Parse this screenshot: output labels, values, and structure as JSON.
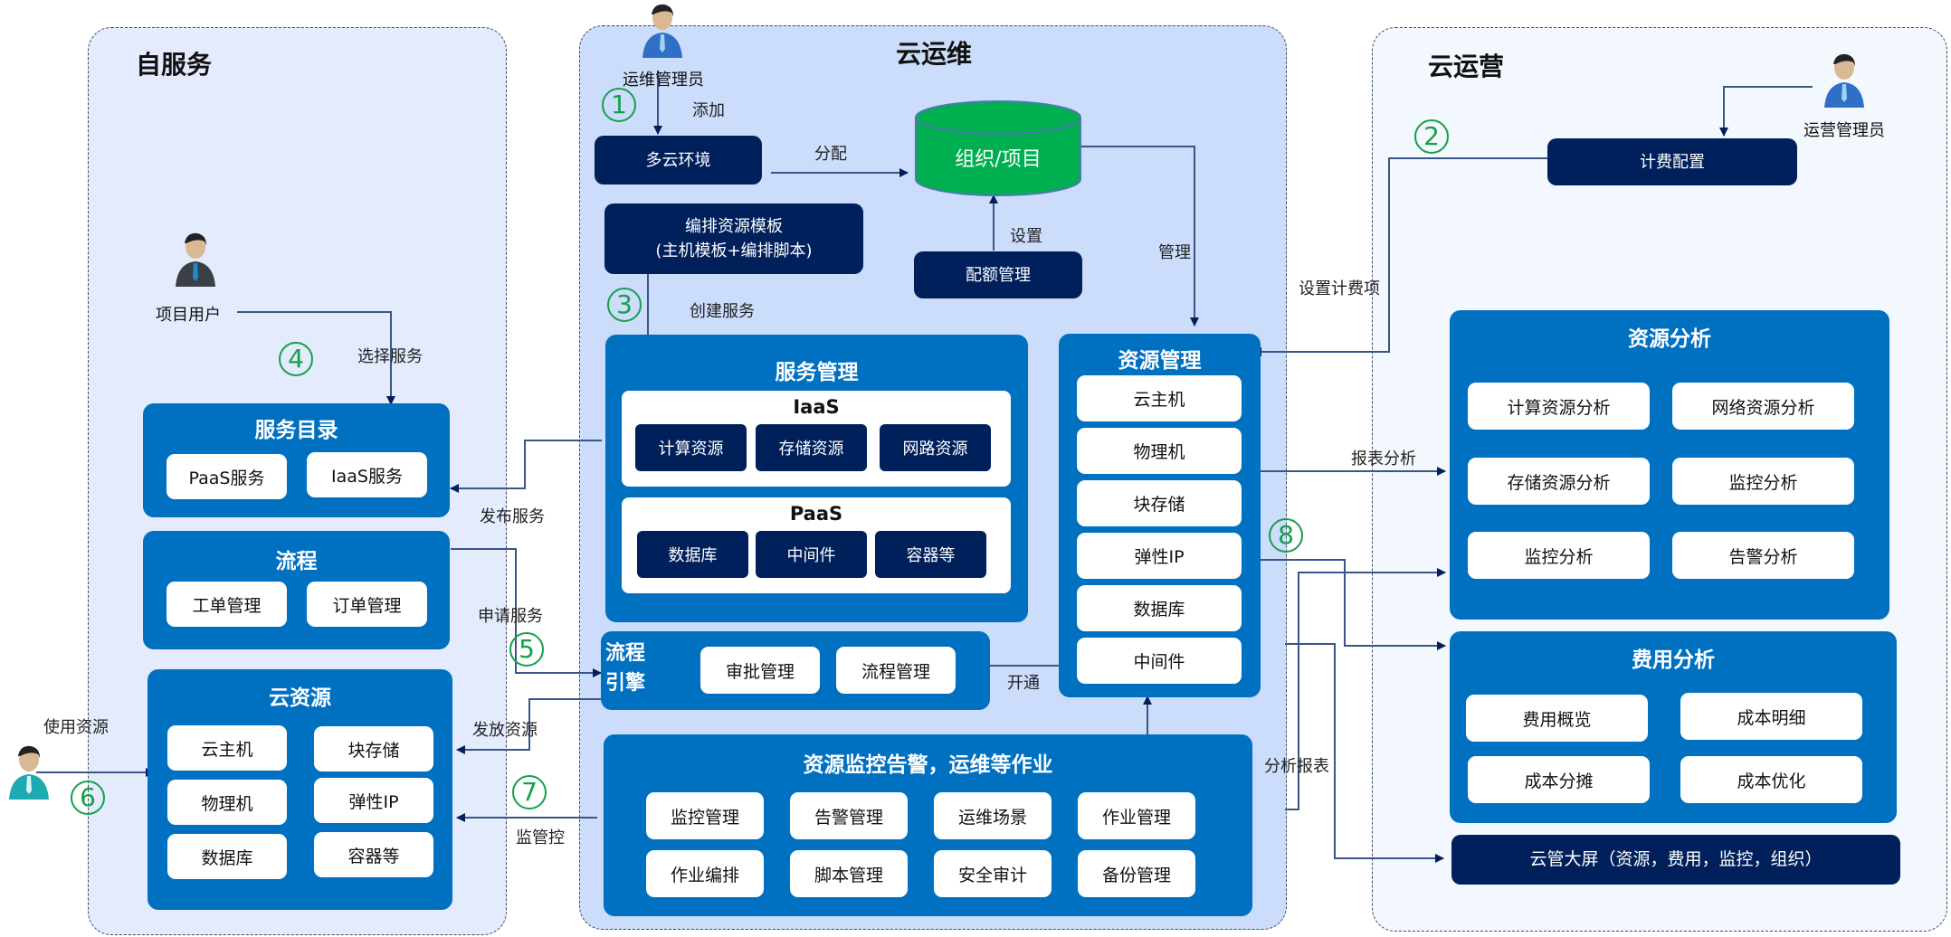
{
  "panels": {
    "self_service": "自服务",
    "cloud_ops": "云运维",
    "cloud_operation": "云运营"
  },
  "actors": {
    "ops_admin": "运维管理员",
    "project_user": "项目用户",
    "biz_admin": "运营管理员",
    "resource_user_label": "使用资源"
  },
  "steps": [
    "1",
    "2",
    "3",
    "4",
    "5",
    "6",
    "7",
    "8"
  ],
  "ops": {
    "multi_cloud": "多云环境",
    "org_project": "组织/项目",
    "template_line1": "编排资源模板",
    "template_line2": "(主机模板+编排脚本)",
    "quota": "配额管理",
    "service_mgmt": {
      "title": "服务管理",
      "iaas": {
        "title": "IaaS",
        "items": [
          "计算资源",
          "存储资源",
          "网路资源"
        ]
      },
      "paas": {
        "title": "PaaS",
        "items": [
          "数据库",
          "中间件",
          "容器等"
        ]
      }
    },
    "resource_mgmt": {
      "title": "资源管理",
      "items": [
        "云主机",
        "物理机",
        "块存储",
        "弹性IP",
        "数据库",
        "中间件"
      ]
    },
    "workflow_engine": {
      "title_line1": "流程",
      "title_line2": "引擎",
      "items": [
        "审批管理",
        "流程管理"
      ]
    },
    "monitoring": {
      "title": "资源监控告警，运维等作业",
      "items": [
        "监控管理",
        "告警管理",
        "运维场景",
        "作业管理",
        "作业编排",
        "脚本管理",
        "安全审计",
        "备份管理"
      ]
    }
  },
  "self": {
    "catalog": {
      "title": "服务目录",
      "items": [
        "PaaS服务",
        "IaaS服务"
      ]
    },
    "process": {
      "title": "流程",
      "items": [
        "工单管理",
        "订单管理"
      ]
    },
    "cloud_resources": {
      "title": "云资源",
      "items": [
        "云主机",
        "块存储",
        "物理机",
        "弹性IP",
        "数据库",
        "容器等"
      ]
    }
  },
  "biz": {
    "billing_config": "计费配置",
    "resource_analysis": {
      "title": "资源分析",
      "items": [
        "计算资源分析",
        "网络资源分析",
        "存储资源分析",
        "监控分析",
        "监控分析",
        "告警分析"
      ]
    },
    "cost_analysis": {
      "title": "费用分析",
      "items": [
        "费用概览",
        "成本明细",
        "成本分摊",
        "成本优化"
      ]
    },
    "dashboard": "云管大屏（资源，费用，监控，组织）"
  },
  "edges": {
    "add": "添加",
    "allocate": "分配",
    "set": "设置",
    "manage": "管理",
    "create_service": "创建服务",
    "set_billing": "设置计费项",
    "select_service": "选择服务",
    "publish_service": "发布服务",
    "apply_service": "申请服务",
    "issue_resource": "发放资源",
    "supervise": "监管控",
    "open": "开通",
    "report_analysis": "报表分析",
    "analysis_report": "分析报表"
  },
  "colors": {
    "group_blue": "#0070c0",
    "navy": "#00205b",
    "step_green": "#15a04a",
    "cylinder_green": "#00b050",
    "line": "#1f3a6e"
  }
}
